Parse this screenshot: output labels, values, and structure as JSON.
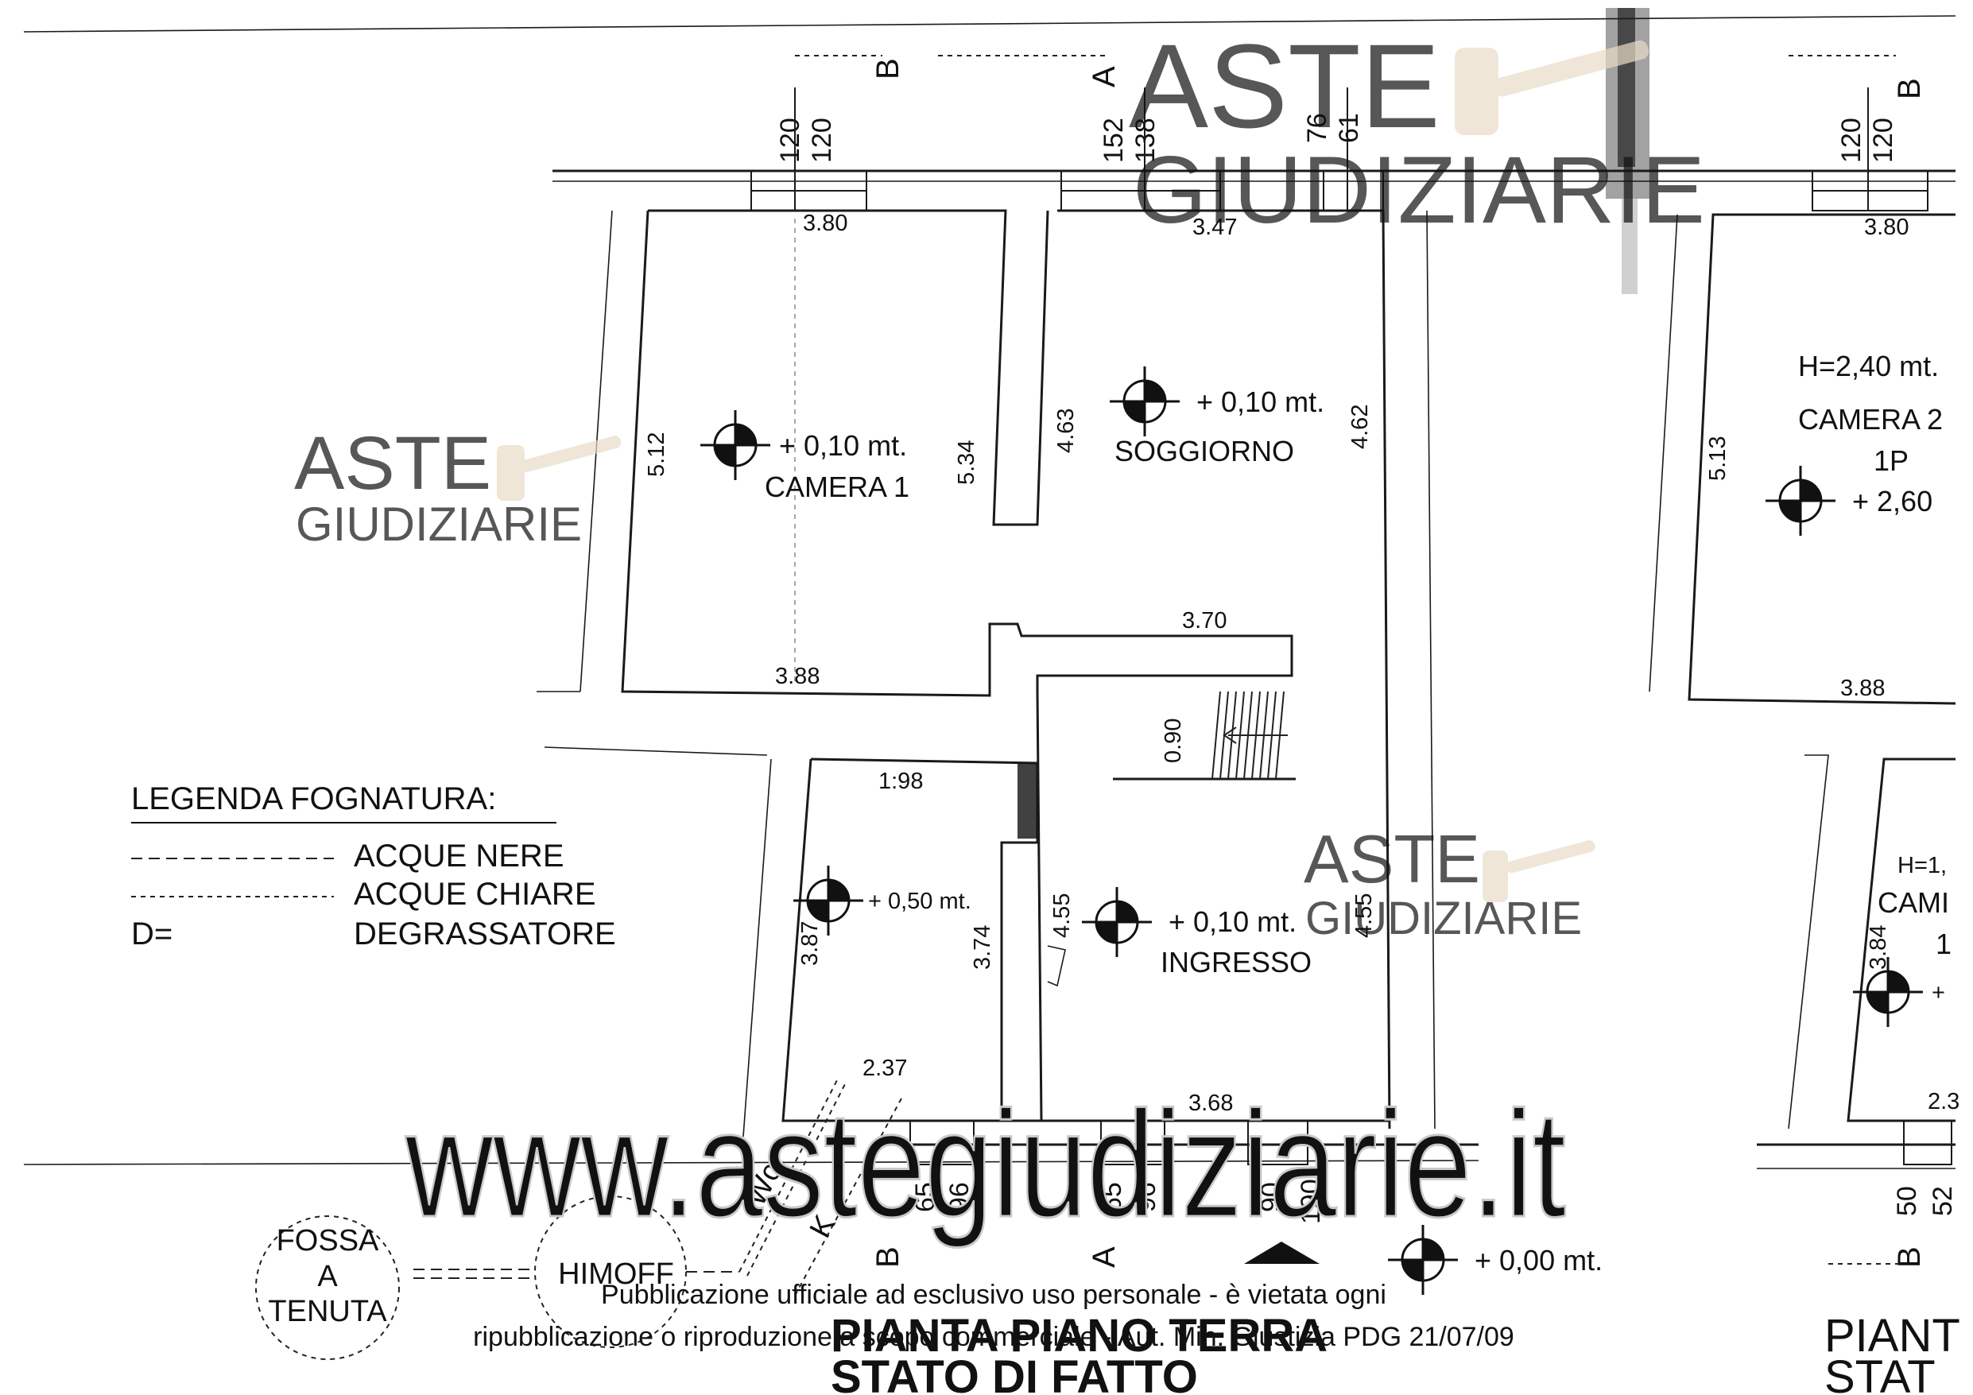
{
  "colors": {
    "line": "#1a1a1a",
    "watermark_blue": "#9fb4cf",
    "watermark_gray": "#cfcfcf",
    "gavel": "#e9dcc8"
  },
  "watermark": {
    "brand_top": "ASTE",
    "brand_bottom": "GIUDIZIARIE",
    "site": "www.astegiudiziarie.it",
    "notice_line1": "Pubblicazione ufficiale ad esclusivo uso personale - è vietata ogni",
    "notice_line2": "ripubblicazione o riproduzione a scopo commerciale - Aut. Min. Giustizia PDG 21/07/09"
  },
  "sections": {
    "b": "B",
    "a": "A"
  },
  "openings_top": [
    "120",
    "120",
    "152",
    "138",
    "76",
    "61",
    "120",
    "120"
  ],
  "openings_bottom": [
    "65",
    "96",
    "65",
    "96",
    "90",
    "190",
    "50",
    "52"
  ],
  "rooms": {
    "camera1": {
      "name": "CAMERA 1",
      "level": "+ 0,10 mt.",
      "width_top": "3.80",
      "width_bottom": "3.88",
      "depth_left": "5.12",
      "depth_right": "5.34"
    },
    "soggiorno": {
      "name": "SOGGIORNO",
      "level": "+ 0,10 mt.",
      "width_top": "3.47",
      "depth_left": "4.63",
      "depth_right": "4.62"
    },
    "stair": {
      "width": "3.70",
      "depth": "0.90"
    },
    "bagno": {
      "level": "+ 0,50 mt.",
      "width_top": "1:98",
      "width_bottom": "2.37",
      "depth_left": "3.87",
      "depth_right": "3.74"
    },
    "ingresso": {
      "name": "INGRESSO",
      "level": "+ 0,10 mt.",
      "width_bottom": "3.68",
      "depth_left": "4.55",
      "depth_right": "4.55"
    },
    "camera2": {
      "height": "H=2,40 mt.",
      "name": "CAMERA 2",
      "floor": "1P",
      "level": "+ 2,60",
      "width_top": "3.80",
      "width_bottom": "3.88",
      "depth_left": "5.13"
    },
    "side_room": {
      "height": "H=1,",
      "name": "CAMI",
      "floor": "1",
      "level": "+",
      "depth_left": "3.84",
      "width_bottom": "2.3"
    }
  },
  "legend": {
    "title": "LEGENDA FOGNATURA:",
    "items": [
      {
        "key": "",
        "label": "ACQUE NERE"
      },
      {
        "key": "",
        "label": "ACQUE CHIARE"
      },
      {
        "key": "D=",
        "label": "DEGRASSATORE"
      }
    ]
  },
  "sewer": {
    "fossa": [
      "FOSSA",
      "A",
      "TENUTA"
    ],
    "himoff": "HIMOFF",
    "wc": "Wc",
    "k": "K"
  },
  "entrance_level": "+ 0,00 mt.",
  "title": {
    "line1": "PIANTA PIANO TERRA",
    "line2": "STATO DI FATTO"
  },
  "title_right": {
    "line1": "PIANT",
    "line2": "STAT"
  }
}
